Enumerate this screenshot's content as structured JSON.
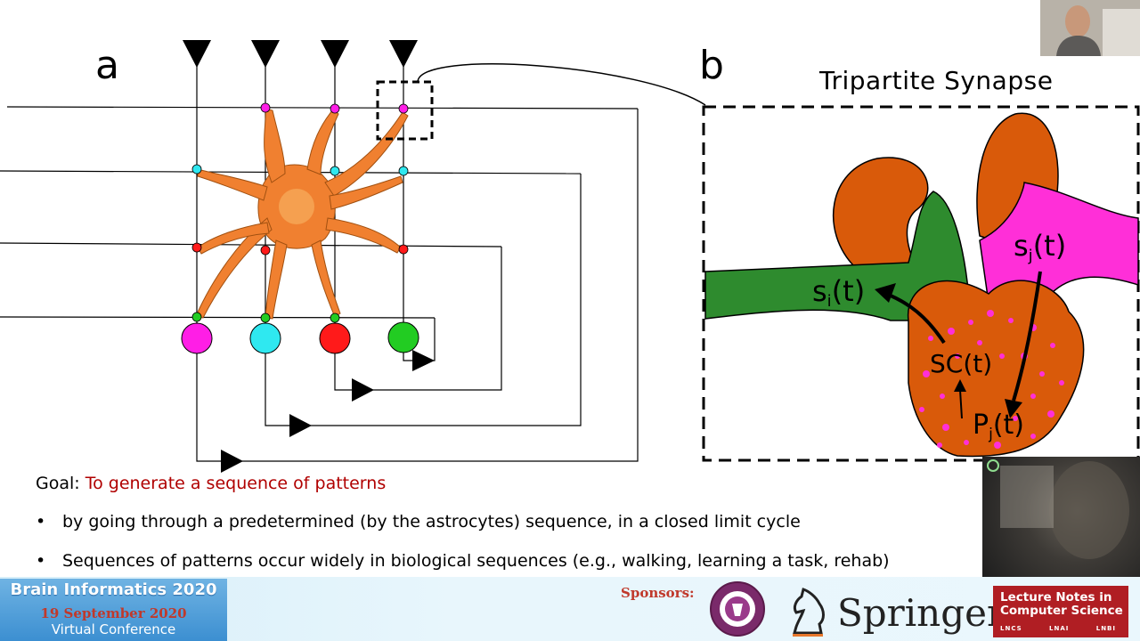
{
  "panel_a": {
    "label": "a"
  },
  "panel_b": {
    "label": "b",
    "title": "Tripartite Synapse"
  },
  "synapse_labels": {
    "si": "s",
    "si_sub": "i",
    "sj": "s",
    "sj_sub": "j",
    "t": "(t)",
    "sc": "SC(t)",
    "pj": "P",
    "pj_sub": "j"
  },
  "goal": {
    "prefix": "Goal: ",
    "text": "To generate a sequence of patterns"
  },
  "bullets": [
    "by going through a predetermined (by the astrocytes) sequence, in a closed limit cycle",
    "Sequences of patterns occur widely in biological sequences (e.g., walking, learning a task, rehab)"
  ],
  "bullet_symbol": "•",
  "footer": {
    "conference_name": "Brain Informatics 2020",
    "conference_date": "19 September 2020",
    "conference_mode": "Virtual Conference",
    "sponsors_label": "Sponsors:",
    "springer": "Springer",
    "lncs_title_line1": "Lecture Notes in",
    "lncs_title_line2": "Computer Science",
    "lncs_series": [
      "LNCS",
      "LNAI",
      "LNBI"
    ]
  },
  "colors": {
    "astrocyte": "#f08030",
    "synapse_orange": "#d95a0a",
    "green": "#2e8b2e",
    "magenta": "#ff2fd8",
    "neuron_magenta": "#ff1ee6",
    "neuron_cyan": "#2fe8f0",
    "neuron_red": "#ff1a1a",
    "neuron_green": "#22cc22",
    "goal_accent": "#b00000"
  },
  "icons": [
    "arrowhead-down-icon",
    "arrowhead-right-icon",
    "dashed-zoom-box",
    "springer-horse-logo",
    "wic-seal-logo"
  ]
}
